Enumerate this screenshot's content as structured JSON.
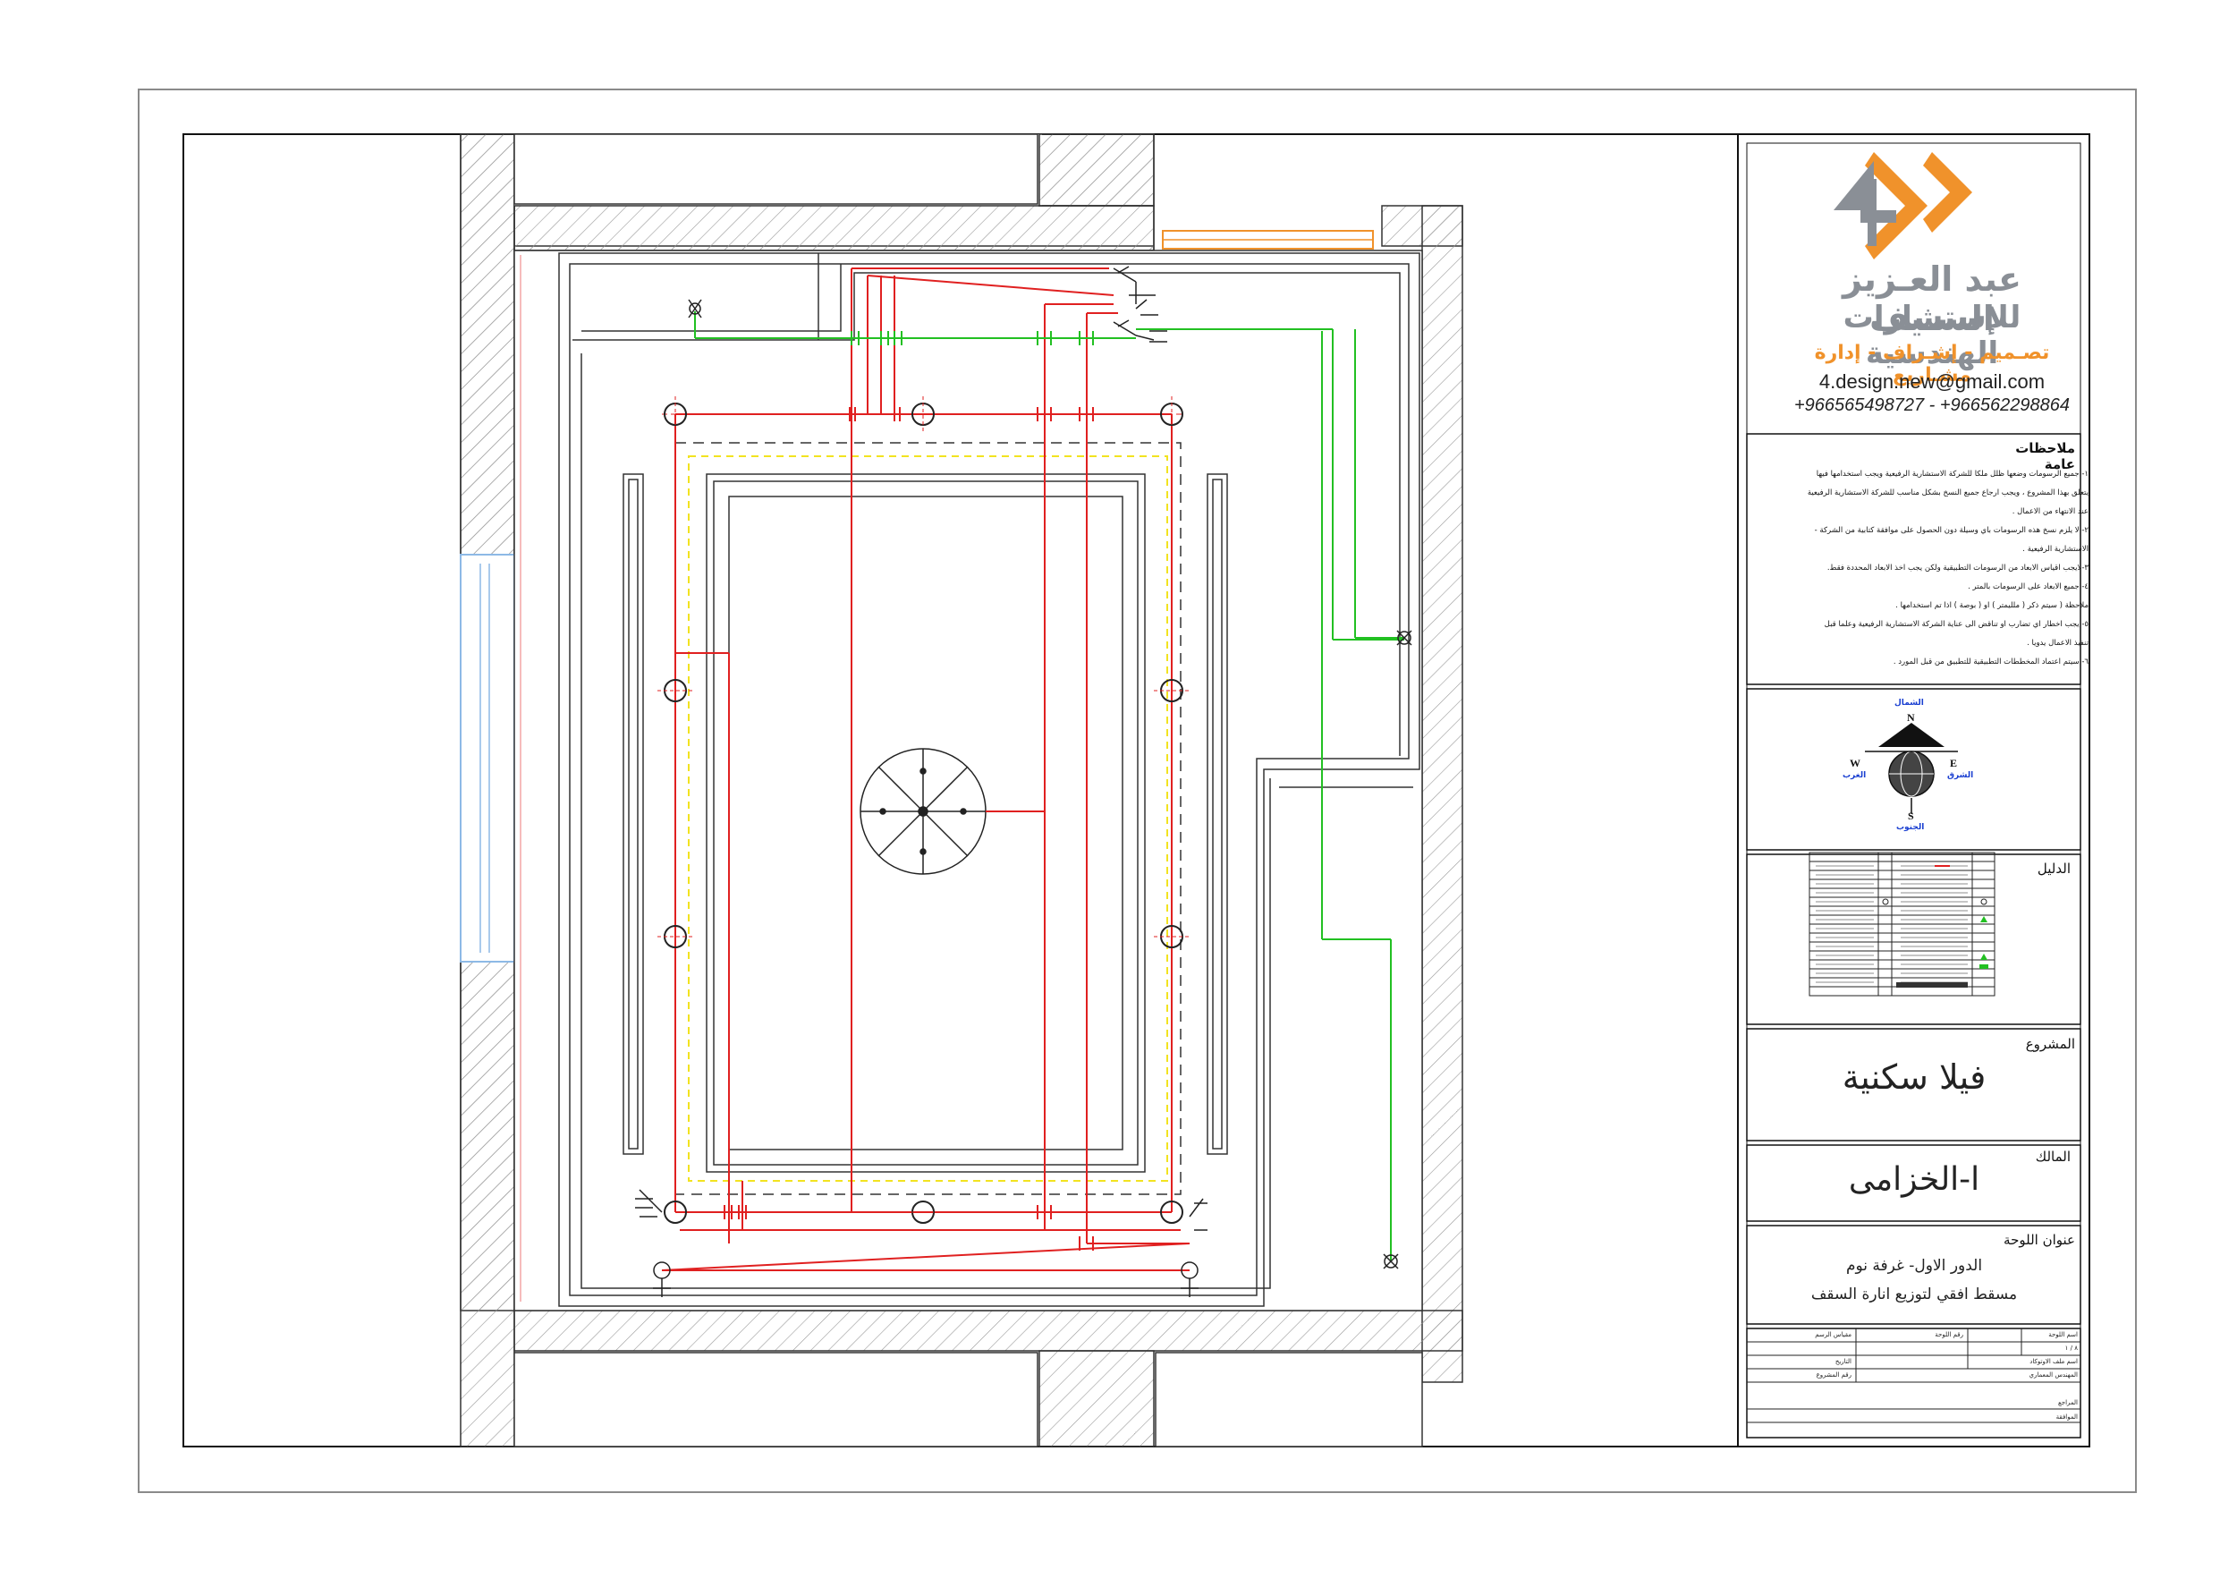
{
  "company": {
    "name_line1": "عبد العـزيز السـيف",
    "name_line2": "للإستشارات الهندسية",
    "services": "تصـميم - إشـراف - إدارة مشـاريع",
    "email": "4.design.new@gmail.com",
    "phones": "+966565498727 - +966562298864",
    "accent_color": "#f0922b",
    "grey_color": "#8a8f96"
  },
  "notes": {
    "title": "ملاحظات عامة",
    "items": [
      "١- جميع الرسومات وضعها ظلل ملكا للشركة الاستشارية الرفيعية ويجب استخدامها فيها",
      "يتعلق بهذا المشروع ، ويجب ارجاع جميع النسخ بشكل مناسب للشركة الاستشارية الرفيعية",
      "عند الانتهاء من الاعمال .",
      "٢- لا يلزم نسخ هذه الرسومات باي وسيلة دون الحصول على موافقة كتابية من الشركة -",
      "الاستشارية الرفيعية .",
      "٣-لايجب اقياس الابعاد من الرسومات التطبيقية ولكن يجب اخذ الابعاد المحددة فقط.",
      "٤- جميع الابعاد على الرسومات بالمتر .",
      "ملاحظة ( سيتم ذكر ( ملليمتر ) او ( بوصة ) اذا تم استخدامها .",
      "٥- يجب اخطار اي تضارب او تناقض الى عناية الشركة الاستشارية الرفيعية وعلما قبل",
      "تنفيذ الاعمال يدويا .",
      "٦- سيتم اعتماد المخططات التطبيقية للتطبيق من قبل المورد ."
    ]
  },
  "compass": {
    "n": "N",
    "s": "S",
    "e": "E",
    "w": "W",
    "n_ar": "الشمال",
    "s_ar": "الجنوب",
    "e_ar": "الشرق",
    "w_ar": "الغرب"
  },
  "legend": {
    "title": "الدليل"
  },
  "project": {
    "label": "المشروع",
    "value": "فيلا سكنية"
  },
  "owner": {
    "label": "المالك",
    "value": "ا-الخزامى"
  },
  "sheet": {
    "label": "عنوان اللوحة",
    "line1": "الدور الاول- غرفة نوم",
    "line2": "مسقط افقي لتوزيع انارة السقف"
  },
  "info_table": {
    "scale": "مقياس الرسم",
    "sheet_no": "رقم اللوحة",
    "sheet_name": "اسم اللوحة",
    "date": "التاريخ",
    "checked": "اسم ملف الاوتوكاد",
    "project_no": "رقم المشروع",
    "engineer": "المهندس المعماري",
    "review": "المراجع",
    "approval": "الموافقة",
    "sheet_value": "٨ / ١"
  },
  "colors": {
    "circuit_red": "#e02020",
    "circuit_green": "#22c022",
    "cove_yellow": "#f2e320",
    "window_orange": "#f0922b",
    "window_blue": "#8db9e6"
  }
}
